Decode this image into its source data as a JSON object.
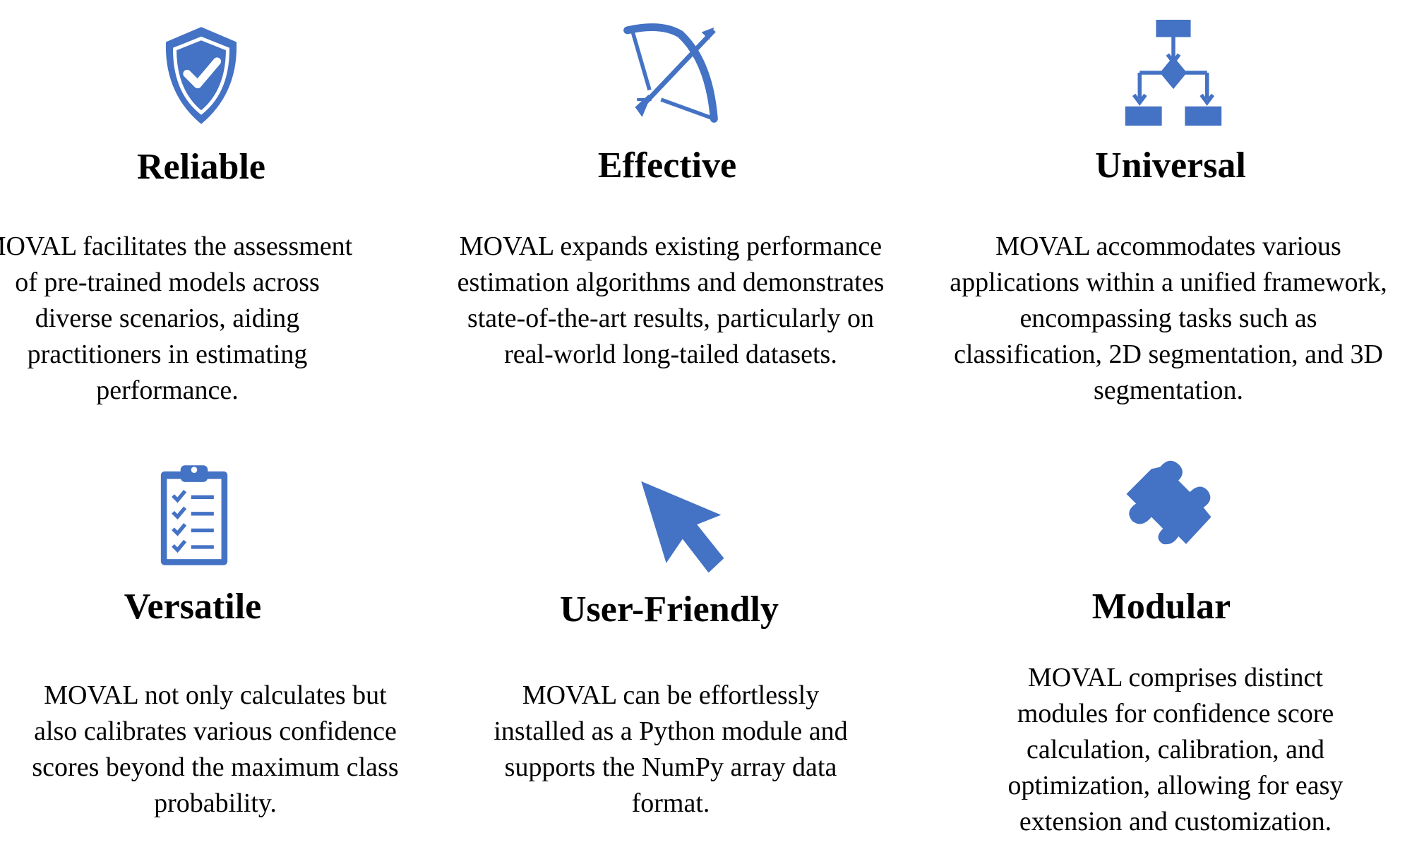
{
  "accent_color": "#4472C4",
  "features": [
    {
      "icon": "shield-check-icon",
      "title": "Reliable",
      "description": "MOVAL facilitates the assessment of pre-trained models across diverse scenarios, aiding practitioners in estimating performance."
    },
    {
      "icon": "bow-arrow-icon",
      "title": "Effective",
      "description": "MOVAL expands existing performance estimation algorithms and demonstrates state-of-the-art results, particularly on real-world long-tailed datasets."
    },
    {
      "icon": "flowchart-icon",
      "title": "Universal",
      "description": "MOVAL accommodates various applications within a unified framework, encompassing tasks such as classification, 2D segmentation, and 3D segmentation."
    },
    {
      "icon": "clipboard-checklist-icon",
      "title": "Versatile",
      "description": "MOVAL not only calculates but also calibrates various confidence scores beyond the maximum class probability."
    },
    {
      "icon": "cursor-arrow-icon",
      "title": "User-Friendly",
      "description": "MOVAL can be effortlessly installed as a Python module and supports the NumPy array data format."
    },
    {
      "icon": "puzzle-piece-icon",
      "title": "Modular",
      "description": "MOVAL comprises distinct modules for confidence score calculation, calibration, and optimization, allowing for easy extension and customization."
    }
  ]
}
